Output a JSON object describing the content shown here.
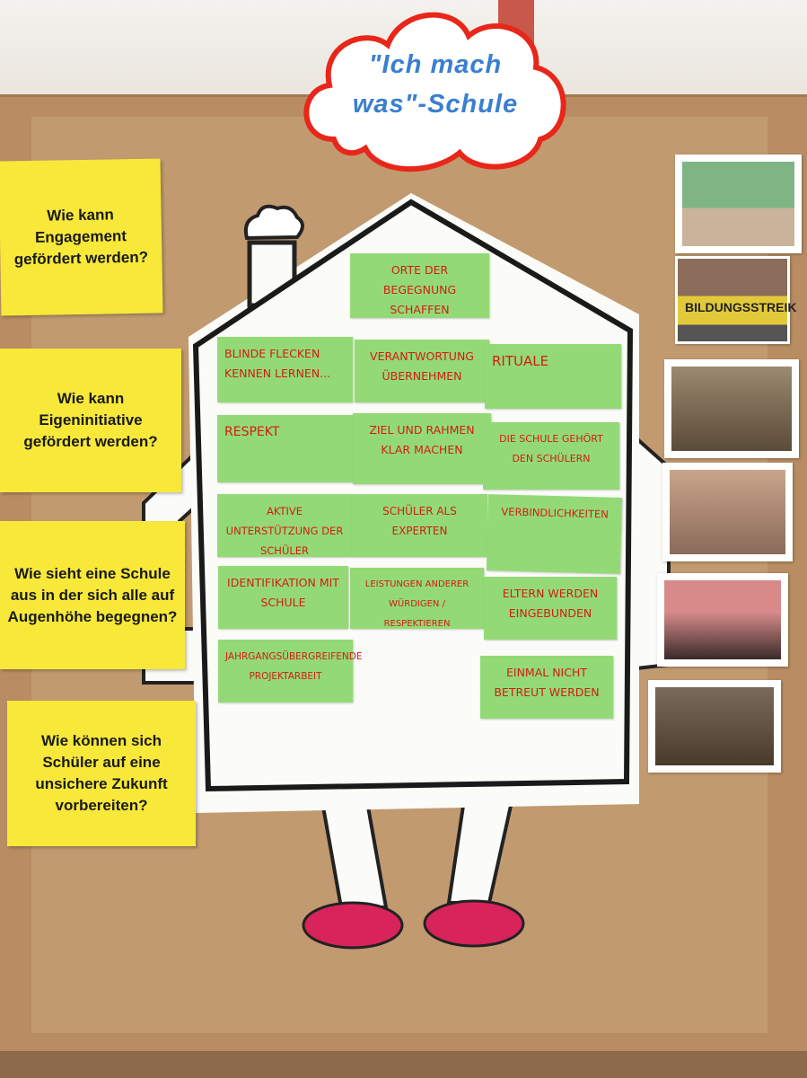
{
  "title_cloud": {
    "line1": "\"Ich mach",
    "line2": "was\"-Schule"
  },
  "questions": [
    "Wie kann Engagement gefördert werden?",
    "Wie kann Eigeninitiative gefördert werden?",
    "Wie sieht eine Schule aus in der sich alle auf Augenhöhe begegnen?",
    "Wie können sich Schüler auf eine unsichere Zukunft vorbereiten?"
  ],
  "notes": [
    "Orte der Begegnung schaffen",
    "Blinde Flecken kennen lernen...",
    "Verantwortung übernehmen",
    "Rituale",
    "Respekt",
    "Ziel und Rahmen klar machen",
    "Die Schule gehört den Schülern",
    "Aktive Unterstützung der Schüler",
    "Schüler als Experten",
    "Verbindlichkeiten",
    "Identifikation mit Schule",
    "Leistungen anderer würdigen / respektieren",
    "Eltern werden eingebunden",
    "Jahrgangsübergreifende Projektarbeit",
    "Einmal nicht betreut werden"
  ],
  "photo_banner_text": "BILDUNGSSTREIK",
  "colors": {
    "yellow": "#f7e83a",
    "green": "#93da76",
    "marker_red": "#d21d10",
    "cloud_outline": "#e8261a",
    "title_blue": "#3a7fd0",
    "shoe": "#d8245a"
  }
}
